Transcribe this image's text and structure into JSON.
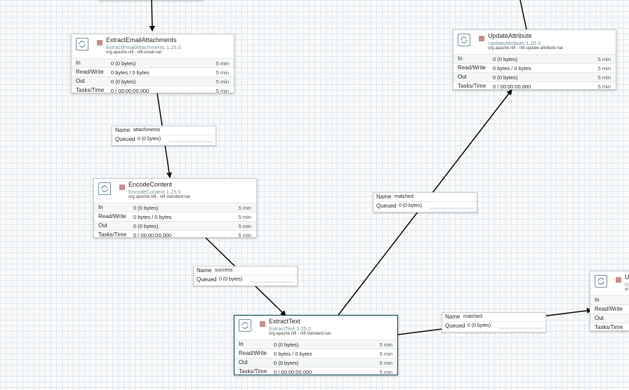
{
  "processors": [
    {
      "name": "ExtractEmailAttachments",
      "type": "ExtractEmailAttachments 1.25.0",
      "bundle": "org.apache.nifi - nifi-email-nar",
      "stats": [
        {
          "label": "In",
          "value": "0 (0 bytes)",
          "time": "5 min"
        },
        {
          "label": "Read/Write",
          "value": "0 bytes / 0 bytes",
          "time": "5 min"
        },
        {
          "label": "Out",
          "value": "0 (0 bytes)",
          "time": "5 min"
        },
        {
          "label": "Tasks/Time",
          "value": "0 / 00:00:00.000",
          "time": "5 min"
        }
      ]
    },
    {
      "name": "EncodeContent",
      "type": "EncodeContent 1.25.0",
      "bundle": "org.apache.nifi - nifi-standard-nar",
      "stats": [
        {
          "label": "In",
          "value": "0 (0 bytes)",
          "time": "5 min"
        },
        {
          "label": "Read/Write",
          "value": "0 bytes / 0 bytes",
          "time": "5 min"
        },
        {
          "label": "Out",
          "value": "0 (0 bytes)",
          "time": "5 min"
        },
        {
          "label": "Tasks/Time",
          "value": "0 / 00:00:00.000",
          "time": "5 min"
        }
      ]
    },
    {
      "name": "ExtractText",
      "type": "ExtractText 1.25.0",
      "bundle": "org.apache.nifi - nifi-standard-nar",
      "stats": [
        {
          "label": "In",
          "value": "0 (0 bytes)",
          "time": "5 min"
        },
        {
          "label": "Read/Write",
          "value": "0 bytes / 0 bytes",
          "time": "5 min"
        },
        {
          "label": "Out",
          "value": "0 (0 bytes)",
          "time": "5 min"
        },
        {
          "label": "Tasks/Time",
          "value": "0 / 00:00:00.000",
          "time": "5 min"
        }
      ]
    },
    {
      "name": "UpdateAttribute",
      "type": "UpdateAttribute 1.25.0",
      "bundle": "org.apache.nifi - nifi-update-attribute-nar",
      "stats": [
        {
          "label": "In",
          "value": "0 (0 bytes)",
          "time": "5 min"
        },
        {
          "label": "Read/Write",
          "value": "0 bytes / 0 bytes",
          "time": "5 min"
        },
        {
          "label": "Out",
          "value": "0 (0 bytes)",
          "time": "5 min"
        },
        {
          "label": "Tasks/Time",
          "value": "0 / 00:00:00.000",
          "time": "5 min"
        }
      ]
    },
    {
      "name": "U",
      "type": "U",
      "bundle": "or",
      "stats": [
        {
          "label": "In",
          "value": "",
          "time": ""
        },
        {
          "label": "Read/Write",
          "value": "",
          "time": ""
        },
        {
          "label": "Out",
          "value": "",
          "time": ""
        },
        {
          "label": "Tasks/Time",
          "value": "",
          "time": ""
        }
      ]
    }
  ],
  "connections": [
    {
      "name_label": "Name",
      "name": "attachments",
      "queued_label": "Queued",
      "queued": "0 (0 bytes)"
    },
    {
      "name_label": "Name",
      "name": "success",
      "queued_label": "Queued",
      "queued": "0 (0 bytes)"
    },
    {
      "name_label": "Name",
      "name": "matched",
      "queued_label": "Queued",
      "queued": "0 (0 bytes)"
    },
    {
      "name_label": "Name",
      "name": "matched",
      "queued_label": "Queued",
      "queued": "0 (0 bytes)"
    }
  ],
  "colors": {
    "canvas_grid": "#e3e8eb",
    "stopped_state": "#c88d8d",
    "selected_border": "#004849",
    "type_text": "#728e9b"
  }
}
